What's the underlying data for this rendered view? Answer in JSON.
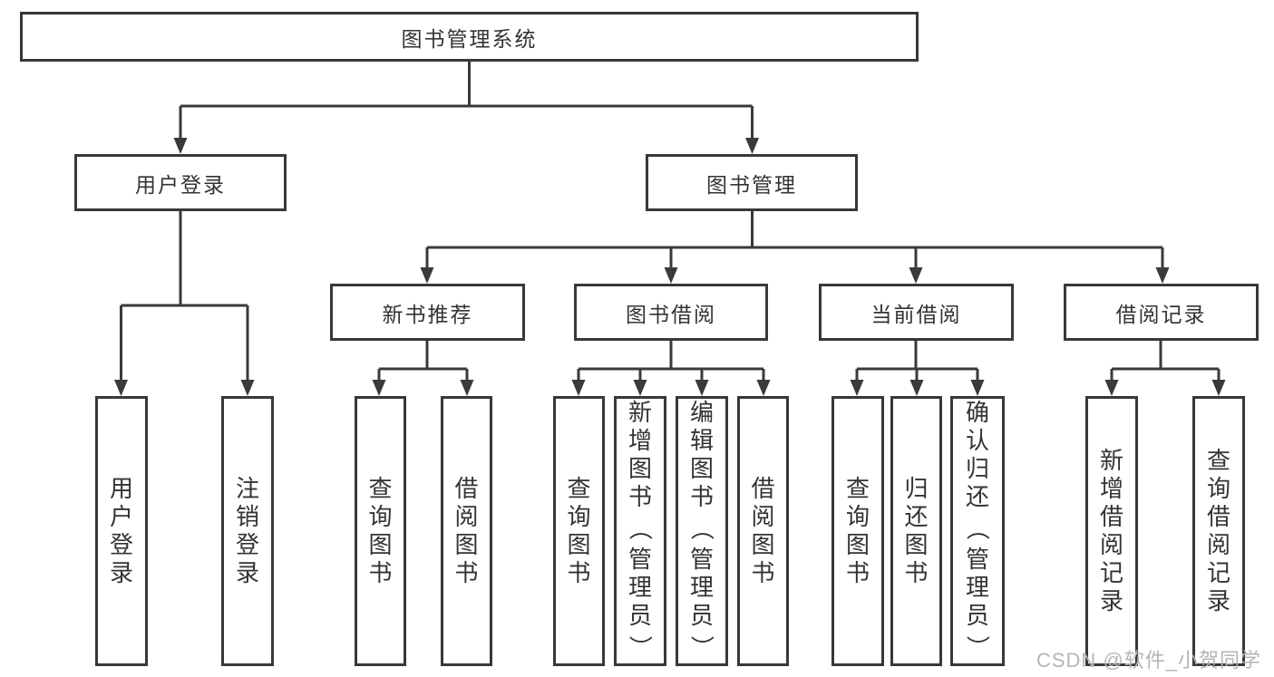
{
  "diagram_title": "图书管理系统",
  "colors": {
    "line": "#3a3a3a",
    "border": "#383838",
    "text": "#333333",
    "watermark": "#b5b5b5",
    "background": "#ffffff"
  },
  "nodes": {
    "root": {
      "label": "图书管理系统"
    },
    "user_login": {
      "label": "用户登录"
    },
    "book_mgmt": {
      "label": "图书管理"
    },
    "new_book_rec": {
      "label": "新书推荐"
    },
    "book_borrow": {
      "label": "图书借阅"
    },
    "current_borrow": {
      "label": "当前借阅"
    },
    "borrow_record": {
      "label": "借阅记录"
    },
    "leaves": {
      "user_login_leaf": {
        "label": "用户登录"
      },
      "logout": {
        "label": "注销登录"
      },
      "query_book_1": {
        "label": "查询图书"
      },
      "borrow_book_1": {
        "label": "借阅图书"
      },
      "query_book_2": {
        "label": "查询图书"
      },
      "add_book": {
        "label": "新增图书（管理员）"
      },
      "edit_book": {
        "label": "编辑图书（管理员）"
      },
      "borrow_book_2": {
        "label": "借阅图书"
      },
      "query_book_3": {
        "label": "查询图书"
      },
      "return_book": {
        "label": "归还图书"
      },
      "confirm_return": {
        "label": "确认归还（管理员）"
      },
      "add_borrow_record": {
        "label": "新增借阅记录"
      },
      "query_borrow_record": {
        "label": "查询借阅记录"
      }
    }
  },
  "watermark": "CSDN @软件_小贺同学"
}
